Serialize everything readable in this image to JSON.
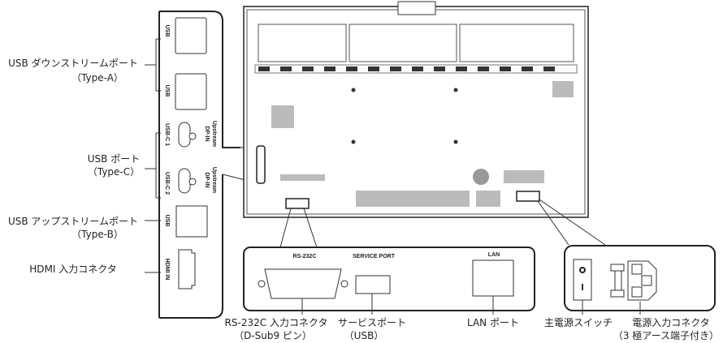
{
  "left_labels": {
    "usb_downstream": [
      "USB ダウンストリームポート",
      "（Type-A）"
    ],
    "usb_c": [
      "USB ポート",
      "（Type-C）"
    ],
    "usb_upstream": [
      "USB アップストリームポート",
      "（Type-B）"
    ],
    "hdmi": "HDMI 入力コネクタ"
  },
  "side_panel": {
    "usb1": "USB",
    "usb2": "USB",
    "usbc1": "USB-C 1",
    "usbc2": "USB-C 2",
    "upstream": "Upstream",
    "dpin": "DP-IN",
    "usbb": "USB",
    "hdmi_in": "HDMI IN"
  },
  "bottom_panel": {
    "rs232c": "RS-232C",
    "service": "SERVICE PORT",
    "lan": "LAN"
  },
  "bottom_labels": {
    "rs232c": [
      "RS-232C 入力コネクタ",
      "（D-Sub9 ピン）"
    ],
    "service": [
      "サービスポート",
      "（USB）"
    ],
    "lan": "LAN ポート",
    "switch": "主電源スイッチ",
    "power": [
      "電源入力コネクタ",
      "（3 極アース端子付き）"
    ]
  }
}
